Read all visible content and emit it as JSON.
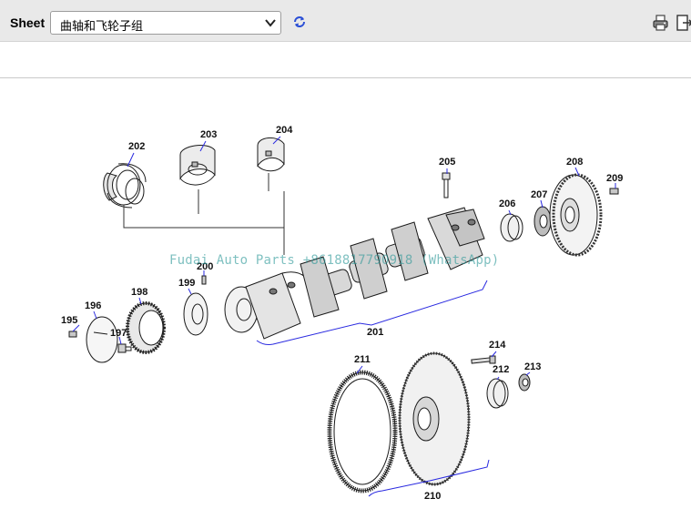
{
  "toolbar": {
    "sheet_label": "Sheet",
    "sheet_selected": "曲轴和飞轮子组",
    "icons": {
      "refresh": "refresh-icon",
      "print": "print-icon",
      "exit": "exit-icon"
    }
  },
  "diagram": {
    "watermark": "Fudai Auto Parts +8618817790918 (WhatsApp)",
    "callouts": {
      "c195": "195",
      "c196": "196",
      "c197": "197",
      "c198": "198",
      "c199": "199",
      "c200": "200",
      "c201": "201",
      "c202": "202",
      "c203": "203",
      "c204": "204",
      "c205": "205",
      "c206": "206",
      "c207": "207",
      "c208": "208",
      "c209": "209",
      "c210": "210",
      "c211": "211",
      "c212": "212",
      "c213": "213",
      "c214": "214"
    }
  },
  "colors": {
    "leader_line": "#2a2ae0",
    "toolbar_bg": "#e9e9e9",
    "refresh_icon": "#2b4fd6"
  }
}
